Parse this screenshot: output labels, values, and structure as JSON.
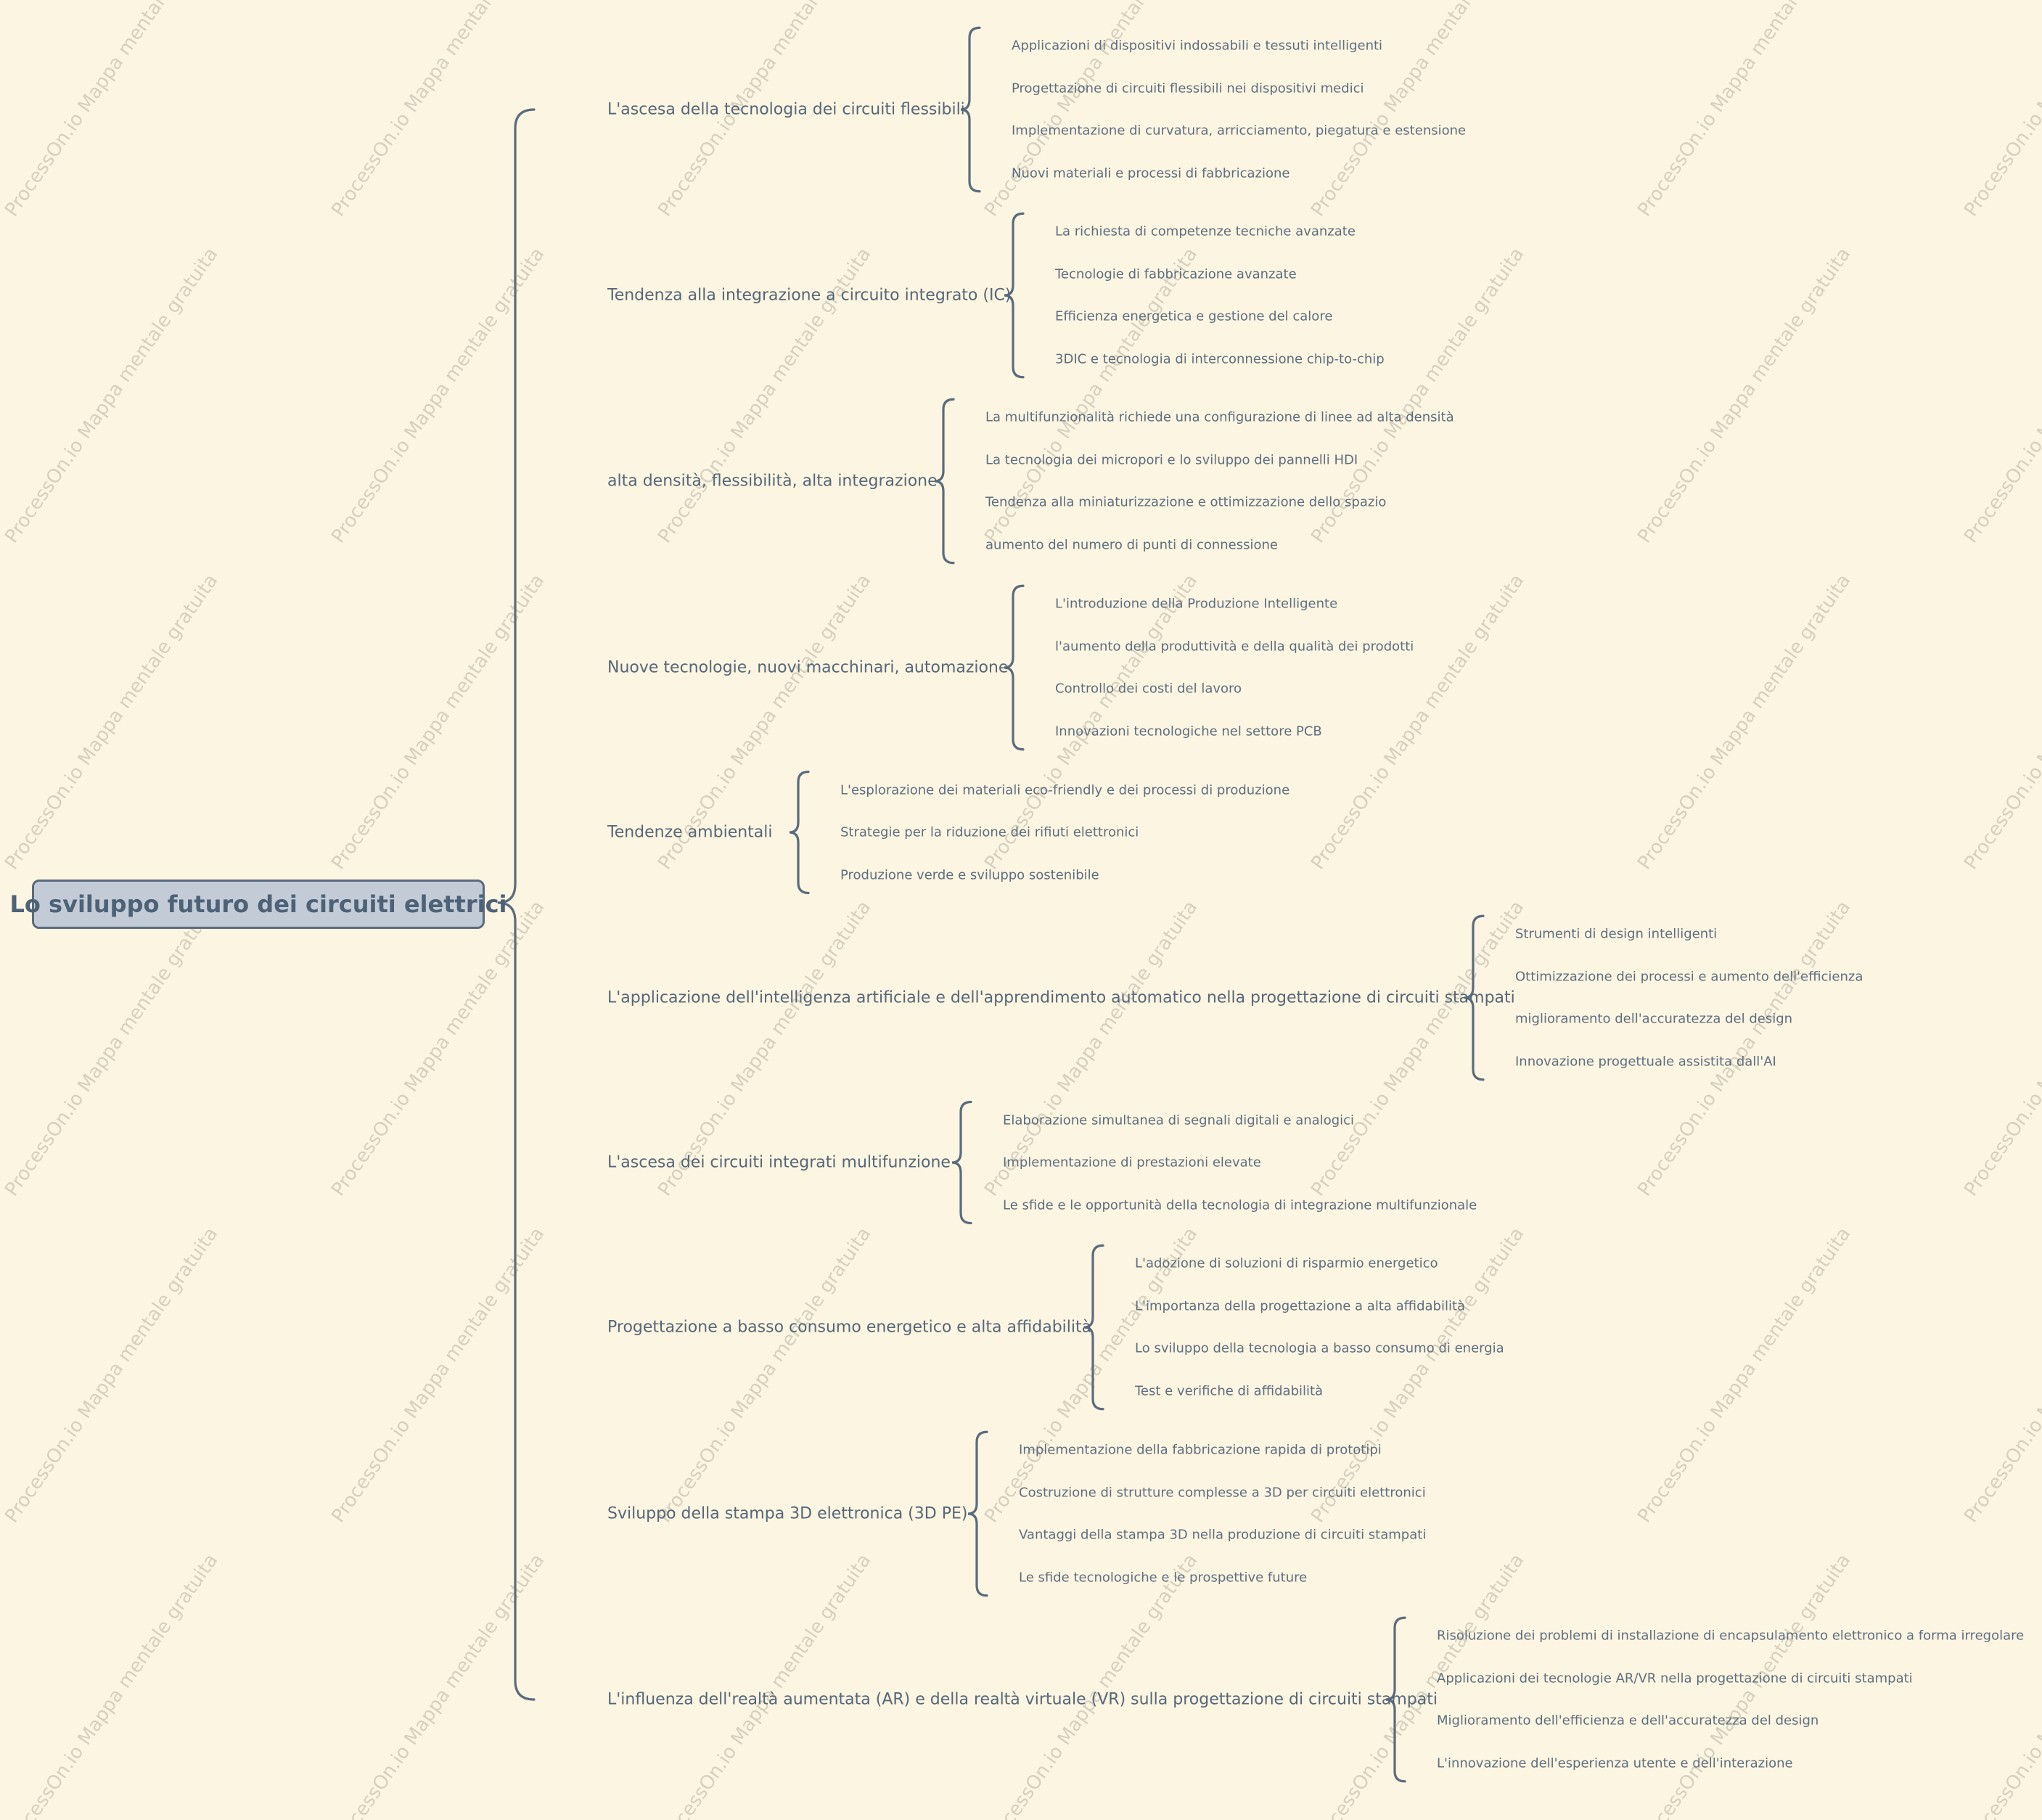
{
  "watermark_text": "ProcessOn.io Mappa mentale gratuita",
  "root": {
    "label": "Lo sviluppo futuro dei circuiti elettrici"
  },
  "branches": [
    {
      "label": "L'ascesa della tecnologia dei circuiti flessibili",
      "children": [
        "Applicazioni di dispositivi indossabili e tessuti intelligenti",
        "Progettazione di circuiti flessibili nei dispositivi medici",
        "Implementazione di curvatura, arricciamento, piegatura e estensione",
        "Nuovi materiali e processi di fabbricazione"
      ]
    },
    {
      "label": "Tendenza alla integrazione a circuito integrato (IC)",
      "children": [
        "La richiesta di competenze tecniche avanzate",
        "Tecnologie di fabbricazione avanzate",
        "Efficienza energetica e gestione del calore",
        "3DIC e tecnologia di interconnessione chip-to-chip"
      ]
    },
    {
      "label": "alta densità, flessibilità, alta integrazione",
      "children": [
        "La multifunzionalità richiede una configurazione di linee ad alta densità",
        "La tecnologia dei micropori e lo sviluppo dei pannelli HDI",
        "Tendenza alla miniaturizzazione e ottimizzazione dello spazio",
        "aumento del numero di punti di connessione"
      ]
    },
    {
      "label": "Nuove tecnologie, nuovi macchinari, automazione",
      "children": [
        "L'introduzione della Produzione Intelligente",
        "l'aumento della produttività e della qualità dei prodotti",
        "Controllo dei costi del lavoro",
        "Innovazioni tecnologiche nel settore PCB"
      ]
    },
    {
      "label": "Tendenze ambientali",
      "children": [
        "L'esplorazione dei materiali eco-friendly e dei processi di produzione",
        "Strategie per la riduzione dei rifiuti elettronici",
        "Produzione verde e sviluppo sostenibile"
      ]
    },
    {
      "label": "L'applicazione dell'intelligenza artificiale e dell'apprendimento automatico nella progettazione di circuiti stampati",
      "children": [
        "Strumenti di design intelligenti",
        "Ottimizzazione dei processi e aumento dell'efficienza",
        "miglioramento dell'accuratezza del design",
        "Innovazione progettuale assistita dall'AI"
      ]
    },
    {
      "label": "L'ascesa dei circuiti integrati multifunzione",
      "children": [
        "Elaborazione simultanea di segnali digitali e analogici",
        "Implementazione di prestazioni elevate",
        "Le sfide e le opportunità della tecnologia di integrazione multifunzionale"
      ]
    },
    {
      "label": "Progettazione a basso consumo energetico e alta affidabilità",
      "children": [
        "L'adozione di soluzioni di risparmio energetico",
        "L'importanza della progettazione a alta affidabilità",
        "Lo sviluppo della tecnologia a basso consumo di energia",
        "Test e verifiche di affidabilità"
      ]
    },
    {
      "label": "Sviluppo della stampa 3D elettronica (3D PE)",
      "children": [
        "Implementazione della fabbricazione rapida di prototipi",
        "Costruzione di strutture complesse a 3D per circuiti elettronici",
        "Vantaggi della stampa 3D nella produzione di circuiti stampati",
        "Le sfide tecnologiche e le prospettive future"
      ]
    },
    {
      "label": "L'influenza dell'realtà aumentata (AR) e della realtà virtuale (VR) sulla progettazione di circuiti stampati",
      "children": [
        "Risoluzione dei problemi di installazione di encapsulamento elettronico a forma irregolare",
        "Applicazioni dei tecnologie AR/VR nella progettazione di circuiti stampati",
        "Miglioramento dell'efficienza e dell'accuratezza del design",
        "L'innovazione dell'esperienza utente e dell'interazione"
      ]
    }
  ]
}
